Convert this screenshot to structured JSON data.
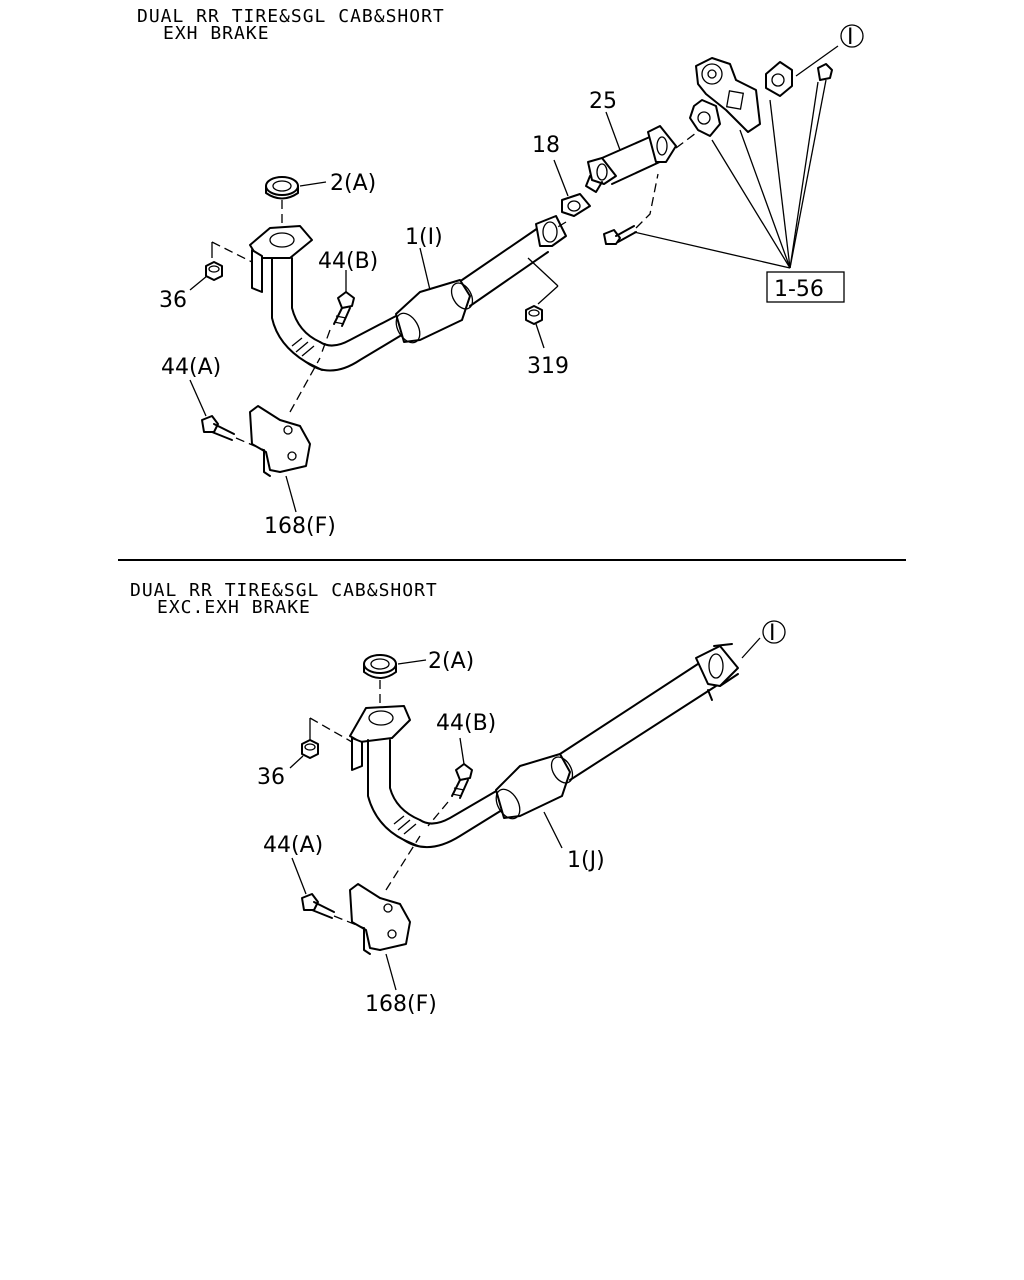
{
  "sections": [
    {
      "header_line1": "DUAL RR TIRE&SGL CAB&SHORT",
      "header_line2": "EXH BRAKE",
      "labels": {
        "p2a": "2(A)",
        "p36": "36",
        "p44b": "44(B)",
        "p1i": "1(I)",
        "p44a": "44(A)",
        "p168f": "168(F)",
        "p319": "319",
        "p18": "18",
        "p25": "25",
        "ref_box": "1-56",
        "ref_circle": "I"
      }
    },
    {
      "header_line1": "DUAL RR TIRE&SGL CAB&SHORT",
      "header_line2": "EXC.EXH BRAKE",
      "labels": {
        "p2a": "2(A)",
        "p36": "36",
        "p44b": "44(B)",
        "p1j": "1(J)",
        "p44a": "44(A)",
        "p168f": "168(F)",
        "ref_circle": "I"
      }
    }
  ]
}
